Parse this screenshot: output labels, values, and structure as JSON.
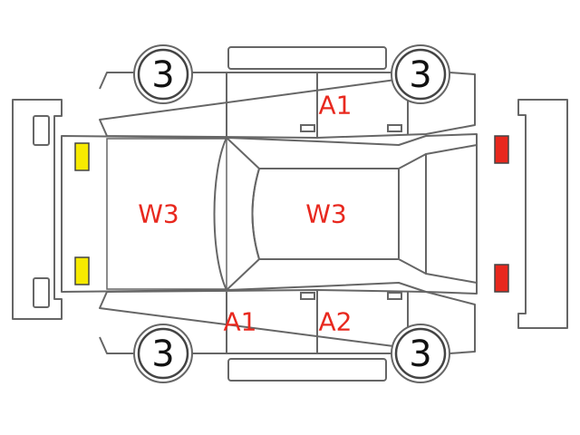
{
  "colors": {
    "damage_text": "#e8281e",
    "front_lamp": "#f7ea00",
    "rear_lamp": "#e8281e",
    "outline": "#666666"
  },
  "wheels": {
    "front_left": "3",
    "rear_left": "3",
    "front_right": "3",
    "rear_right": "3"
  },
  "damage_marks": {
    "hood": "W3",
    "roof": "W3",
    "right_rear_door": "A1",
    "left_front_door": "A1",
    "left_rear_door": "A2"
  }
}
